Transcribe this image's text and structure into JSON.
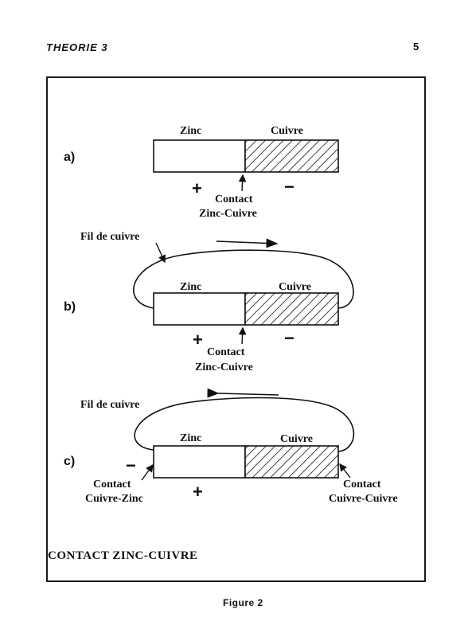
{
  "header": {
    "section": "THEORIE 3",
    "page_number": "5"
  },
  "caption": "Figure 2",
  "diagram": {
    "title": "CONTACT ZINC-CUIVRE",
    "panel_a": {
      "label": "a)",
      "zinc": "Zinc",
      "cuivre": "Cuivre",
      "plus": "+",
      "minus": "−",
      "contact_line1": "Contact",
      "contact_line2": "Zinc-Cuivre"
    },
    "panel_b": {
      "label": "b)",
      "wire": "Fil de cuivre",
      "zinc": "Zinc",
      "cuivre": "Cuivre",
      "plus": "+",
      "minus": "−",
      "contact_line1": "Contact",
      "contact_line2": "Zinc-Cuivre"
    },
    "panel_c": {
      "label": "c)",
      "wire": "Fil de cuivre",
      "zinc": "Zinc",
      "cuivre": "Cuivre",
      "plus": "+",
      "minus": "−",
      "contact_left_line1": "Contact",
      "contact_left_line2": "Cuivre-Zinc",
      "contact_right_line1": "Contact",
      "contact_right_line2": "Cuivre-Cuivre"
    }
  }
}
